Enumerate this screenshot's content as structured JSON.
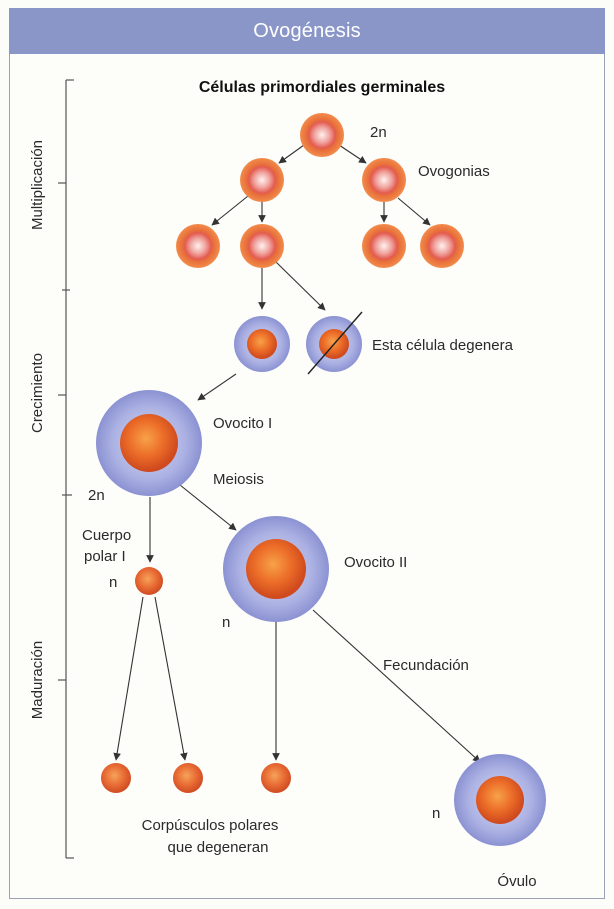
{
  "header": {
    "title": "Ovogénesis"
  },
  "diagram": {
    "top_label": "Células primordiales germinales",
    "phases": {
      "multiplication": "Multiplicación",
      "growth": "Crecimiento",
      "maturation": "Maduración"
    },
    "labels": {
      "ploidy_2n_top": "2n",
      "ovogonias": "Ovogonias",
      "degenerates": "Esta célula degenera",
      "ovocito1": "Ovocito I",
      "ploidy_2n_ovocito1": "2n",
      "meiosis": "Meiosis",
      "polar_body_line1": "Cuerpo",
      "polar_body_line2": "polar I",
      "ploidy_n_polar": "n",
      "ovocito2": "Ovocito II",
      "ploidy_n_ovocito2": "n",
      "fertilization": "Fecundación",
      "ploidy_n_ovulo": "n",
      "polar_bodies_line1": "Corpúsculos polares",
      "polar_bodies_line2": "que degeneran",
      "ovulo": "Óvulo"
    },
    "colors": {
      "header_bg": "#8a96c8",
      "cell_outer": "#e8703a",
      "cell_inner_pink": "#f2b6b0",
      "cytoplasm_purple": "#9aa0d8",
      "nucleus_orange": "#e8692c"
    }
  }
}
